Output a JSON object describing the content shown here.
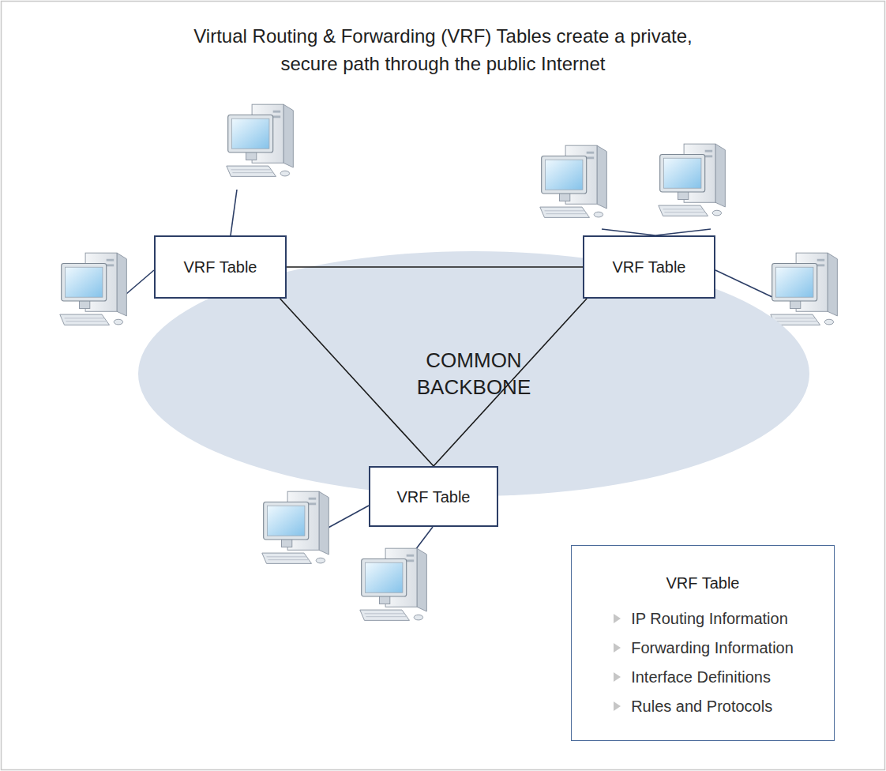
{
  "diagram": {
    "title": "Virtual Routing & Forwarding (VRF) Tables create a private, secure path through the public Internet",
    "nodes": [
      {
        "text": [
          "COMMON BACKBONE"
        ]
      },
      {
        "text": [
          "VRF Table"
        ]
      },
      {
        "text": [
          "VRF Table"
        ]
      },
      {
        "text": [
          "VRF Table"
        ]
      },
      {
        "text": [
          "VRF Table",
          "IP Routing Information",
          "Forwarding Information",
          "Interface Definitions",
          "Rules and Protocols"
        ]
      }
    ],
    "edges": [
      {
        "from": 1,
        "to": 2,
        "arrow": "none"
      },
      {
        "from": 1,
        "to": 3,
        "arrow": "none"
      },
      {
        "from": 2,
        "to": 3,
        "arrow": "none"
      }
    ]
  }
}
